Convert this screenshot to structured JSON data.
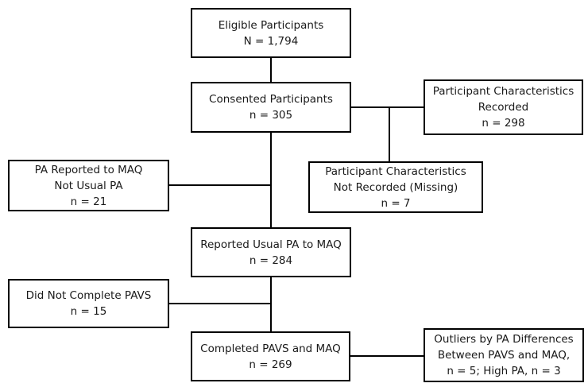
{
  "diagram": {
    "type": "participant-flow-diagram",
    "colors": {
      "background": "#ffffff",
      "box_fill": "#ffffff",
      "box_border": "#000000",
      "connector": "#000000",
      "text": "#1a1a1a"
    },
    "boxes": {
      "eligible": {
        "lines": [
          "Eligible Participants",
          "N = 1,794"
        ]
      },
      "consented": {
        "lines": [
          "Consented Participants",
          "n = 305"
        ]
      },
      "recorded": {
        "lines": [
          "Participant Characteristics",
          "Recorded",
          "n = 298"
        ]
      },
      "not_usual": {
        "lines": [
          "PA Reported to MAQ",
          "Not Usual PA",
          "n = 21"
        ]
      },
      "missing": {
        "lines": [
          "Participant Characteristics",
          "Not Recorded (Missing)",
          "n = 7"
        ]
      },
      "usual_pa": {
        "lines": [
          "Reported Usual PA to MAQ",
          "n = 284"
        ]
      },
      "no_pavs": {
        "lines": [
          "Did Not Complete PAVS",
          "n = 15"
        ]
      },
      "completed": {
        "lines": [
          "Completed PAVS and MAQ",
          "n = 269"
        ]
      },
      "outliers": {
        "lines": [
          "Outliers by PA Differences",
          "Between PAVS and MAQ,",
          "n = 5; High PA, n = 3"
        ]
      }
    }
  }
}
